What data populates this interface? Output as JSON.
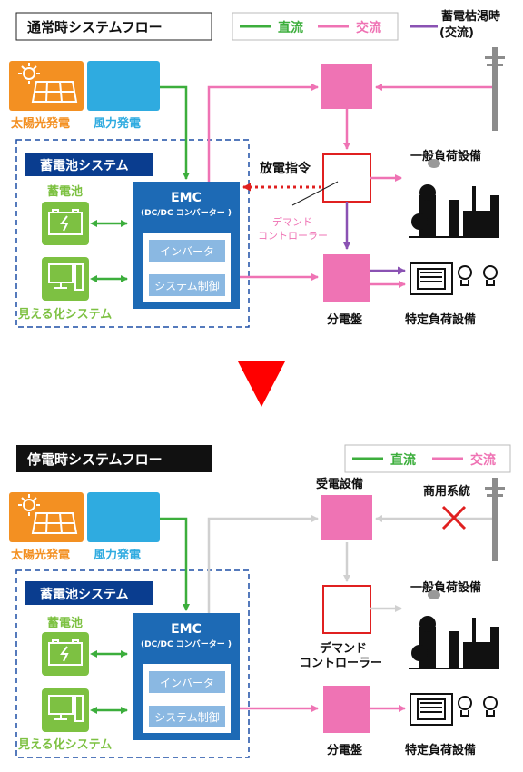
{
  "normal": {
    "title": "通常時システムフロー",
    "legend": {
      "dc": "直流",
      "ac": "交流",
      "depleted": "蓄電枯渇時",
      "depleted_note": "(交流)"
    },
    "solar": "太陽光発電",
    "wind": "風力発電",
    "battery_system": "蓄電池システム",
    "battery": "蓄電池",
    "visual": "見える化システム",
    "emc": "EMC",
    "emc_sub": "(DC/DC コンバーター )",
    "inverter": "インバータ",
    "system_control": "システム制御",
    "discharge_cmd": "放電指令",
    "demand_line1": "デマンド",
    "demand_line2": "コントローラー",
    "general_load": "一般負荷設備",
    "distribution": "分電盤",
    "specific_load": "特定負荷設備"
  },
  "outage": {
    "title": "停電時システムフロー",
    "legend": {
      "dc": "直流",
      "ac": "交流"
    },
    "receiving": "受電設備",
    "commercial": "商用系統",
    "solar": "太陽光発電",
    "wind": "風力発電",
    "battery_system": "蓄電池システム",
    "battery": "蓄電池",
    "visual": "見える化システム",
    "emc": "EMC",
    "emc_sub": "(DC/DC コンバーター )",
    "inverter": "インバータ",
    "system_control": "システム制御",
    "demand_line1": "デマンド",
    "demand_line2": "コントローラー",
    "general_load": "一般負荷設備",
    "distribution": "分電盤",
    "specific_load": "特定負荷設備"
  },
  "colors": {
    "dc": "#3cae3c",
    "ac": "#ef73b4",
    "depleted": "#8a52b3",
    "disabled": "#d0d0d0",
    "emc": "#1d6ab5",
    "sub": "#8ab8e2",
    "orange": "#f39022",
    "sky": "#2fabe0",
    "green": "#7dc142",
    "navy": "#0a3d8f",
    "red": "#e02020"
  }
}
